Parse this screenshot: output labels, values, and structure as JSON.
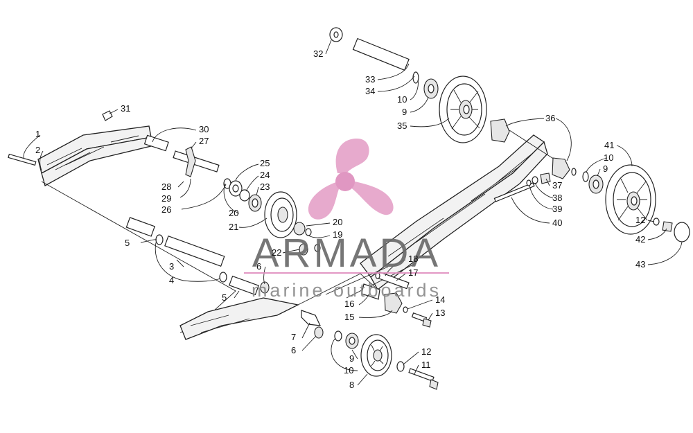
{
  "diagram": {
    "callouts": [
      {
        "label": "1"
      },
      {
        "label": "2"
      },
      {
        "label": "31"
      },
      {
        "label": "30"
      },
      {
        "label": "27"
      },
      {
        "label": "28"
      },
      {
        "label": "29"
      },
      {
        "label": "26"
      },
      {
        "label": "25"
      },
      {
        "label": "24"
      },
      {
        "label": "23"
      },
      {
        "label": "20"
      },
      {
        "label": "21"
      },
      {
        "label": "20"
      },
      {
        "label": "19"
      },
      {
        "label": "22"
      },
      {
        "label": "6"
      },
      {
        "label": "5"
      },
      {
        "label": "3"
      },
      {
        "label": "4"
      },
      {
        "label": "5"
      },
      {
        "label": "18"
      },
      {
        "label": "17"
      },
      {
        "label": "16"
      },
      {
        "label": "15"
      },
      {
        "label": "14"
      },
      {
        "label": "13"
      },
      {
        "label": "7"
      },
      {
        "label": "6"
      },
      {
        "label": "9"
      },
      {
        "label": "10"
      },
      {
        "label": "8"
      },
      {
        "label": "12"
      },
      {
        "label": "11"
      },
      {
        "label": "32"
      },
      {
        "label": "33"
      },
      {
        "label": "34"
      },
      {
        "label": "10"
      },
      {
        "label": "9"
      },
      {
        "label": "35"
      },
      {
        "label": "36"
      },
      {
        "label": "41"
      },
      {
        "label": "10"
      },
      {
        "label": "9"
      },
      {
        "label": "37"
      },
      {
        "label": "38"
      },
      {
        "label": "39"
      },
      {
        "label": "40"
      },
      {
        "label": "12"
      },
      {
        "label": "42"
      },
      {
        "label": "43"
      }
    ]
  },
  "watermark": {
    "brand": "ARMADA",
    "tagline": "marine outboards",
    "colors": {
      "propeller": "#e6a3c9",
      "hub": "#de8fbd",
      "text": "#6b6b6b",
      "rule": "#e08fc0"
    }
  }
}
